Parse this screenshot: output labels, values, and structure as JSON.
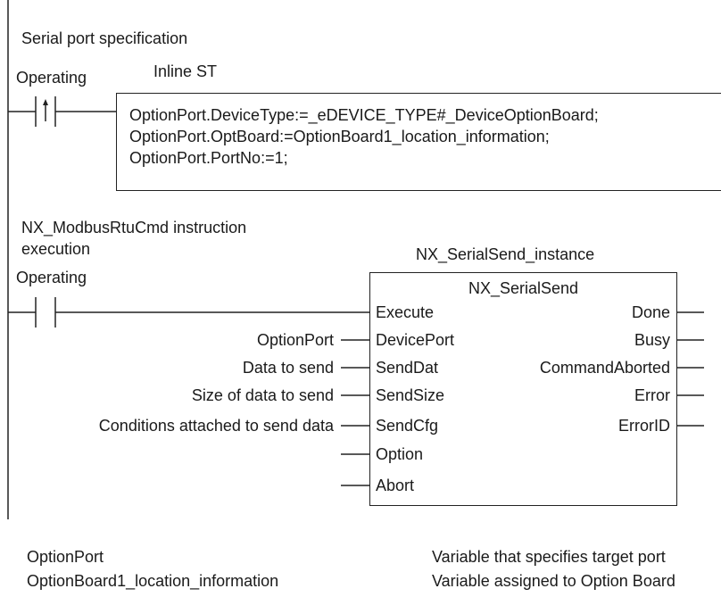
{
  "rung1": {
    "comment": "Serial port specification",
    "contact_label": "Operating",
    "block_label": "Inline ST",
    "st_lines": [
      "OptionPort.DeviceType:=_eDEVICE_TYPE#_DeviceOptionBoard;",
      "OptionPort.OptBoard:=OptionBoard1_location_information;",
      "OptionPort.PortNo:=1;"
    ]
  },
  "rung2": {
    "comment_line1": "NX_ModbusRtuCmd instruction",
    "comment_line2": "execution",
    "contact_label": "Operating",
    "instance_name": "NX_SerialSend_instance",
    "function_block": {
      "name": "NX_SerialSend",
      "inputs": [
        "Execute",
        "DevicePort",
        "SendDat",
        "SendSize",
        "SendCfg",
        "Option",
        "Abort"
      ],
      "outputs": [
        "Done",
        "Busy",
        "CommandAborted",
        "Error",
        "ErrorID"
      ],
      "input_variables": [
        "",
        "OptionPort",
        "Data to send",
        "Size of data to send",
        "Conditions attached to send data",
        "",
        ""
      ]
    }
  },
  "legend": [
    {
      "name": "OptionPort",
      "description": "Variable that specifies target port"
    },
    {
      "name": "OptionBoard1_location_information",
      "description": "Variable assigned to Option Board"
    }
  ]
}
